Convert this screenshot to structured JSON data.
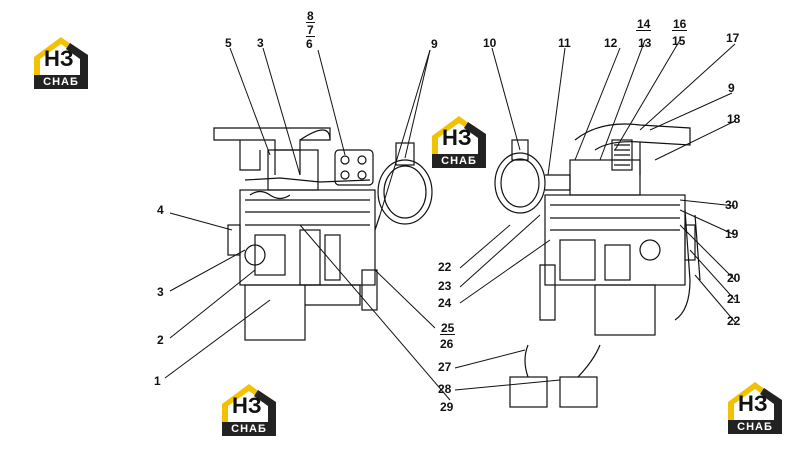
{
  "logo": {
    "mark": "НЗ",
    "text": "СНАБ",
    "colors": {
      "roof": "#f2c200",
      "dark": "#222222"
    }
  },
  "callouts": [
    {
      "id": "l8",
      "text": "8"
    },
    {
      "id": "l7",
      "text": "7"
    },
    {
      "id": "l6",
      "text": "6"
    },
    {
      "id": "l5",
      "text": "5"
    },
    {
      "id": "l3a",
      "text": "3"
    },
    {
      "id": "l9a",
      "text": "9"
    },
    {
      "id": "l10",
      "text": "10"
    },
    {
      "id": "l11",
      "text": "11"
    },
    {
      "id": "l12",
      "text": "12"
    },
    {
      "id": "l14",
      "text": "14"
    },
    {
      "id": "l13",
      "text": "13"
    },
    {
      "id": "l16",
      "text": "16"
    },
    {
      "id": "l15",
      "text": "15"
    },
    {
      "id": "l17",
      "text": "17"
    },
    {
      "id": "l9b",
      "text": "9"
    },
    {
      "id": "l18",
      "text": "18"
    },
    {
      "id": "l4",
      "text": "4"
    },
    {
      "id": "l30",
      "text": "30"
    },
    {
      "id": "l19",
      "text": "19"
    },
    {
      "id": "l22a",
      "text": "22"
    },
    {
      "id": "l23",
      "text": "23"
    },
    {
      "id": "l24",
      "text": "24"
    },
    {
      "id": "l3b",
      "text": "3"
    },
    {
      "id": "l20",
      "text": "20"
    },
    {
      "id": "l21",
      "text": "21"
    },
    {
      "id": "l22b",
      "text": "22"
    },
    {
      "id": "l2",
      "text": "2"
    },
    {
      "id": "l25",
      "text": "25"
    },
    {
      "id": "l26",
      "text": "26"
    },
    {
      "id": "l1",
      "text": "1"
    },
    {
      "id": "l27",
      "text": "27"
    },
    {
      "id": "l28",
      "text": "28"
    },
    {
      "id": "l29",
      "text": "29"
    }
  ]
}
